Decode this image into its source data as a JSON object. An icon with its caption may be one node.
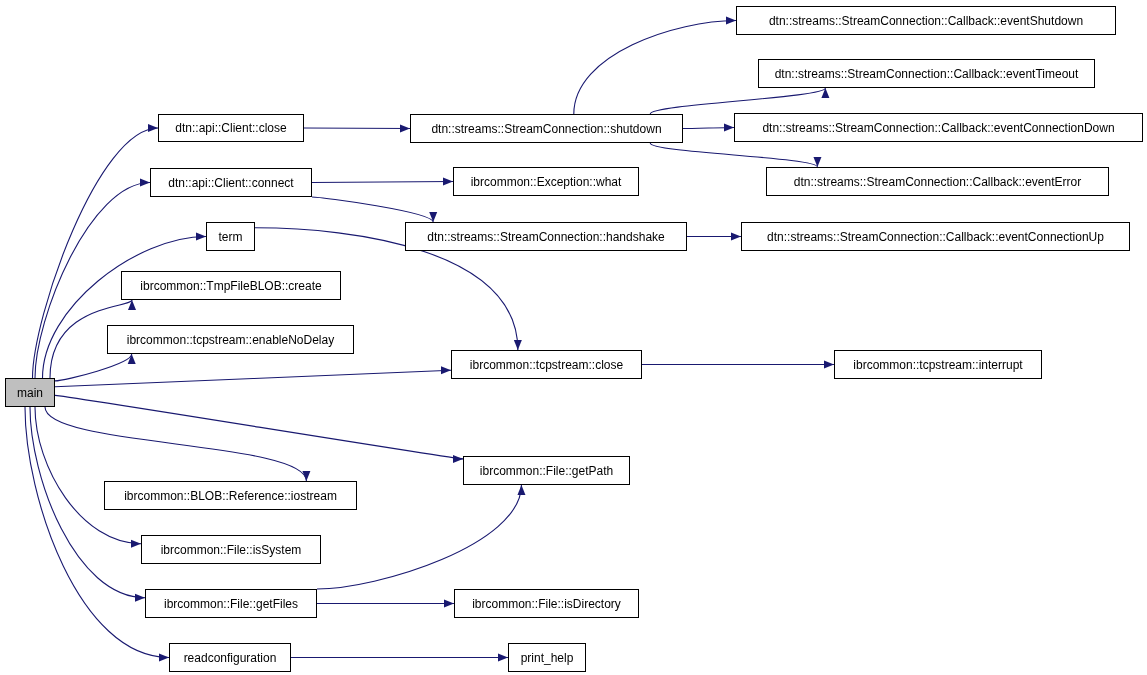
{
  "diagram": {
    "nodes": [
      {
        "text": [
          "main"
        ]
      },
      {
        "text": [
          "dtn::api::Client::close"
        ]
      },
      {
        "text": [
          "dtn::api::Client::connect"
        ]
      },
      {
        "text": [
          "term"
        ]
      },
      {
        "text": [
          "ibrcommon::TmpFileBLOB::create"
        ]
      },
      {
        "text": [
          "ibrcommon::tcpstream::enableNoDelay"
        ]
      },
      {
        "text": [
          "ibrcommon::tcpstream::close"
        ]
      },
      {
        "text": [
          "ibrcommon::File::getPath"
        ]
      },
      {
        "text": [
          "ibrcommon::BLOB::Reference::iostream"
        ]
      },
      {
        "text": [
          "ibrcommon::File::isSystem"
        ]
      },
      {
        "text": [
          "ibrcommon::File::getFiles"
        ]
      },
      {
        "text": [
          "ibrcommon::File::isDirectory"
        ]
      },
      {
        "text": [
          "readconfiguration"
        ]
      },
      {
        "text": [
          "print_help"
        ]
      },
      {
        "text": [
          "dtn::streams::StreamConnection::shutdown"
        ]
      },
      {
        "text": [
          "ibrcommon::Exception::what"
        ]
      },
      {
        "text": [
          "dtn::streams::StreamConnection::handshake"
        ]
      },
      {
        "text": [
          "dtn::streams::StreamConnection::Callback::eventShutdown"
        ]
      },
      {
        "text": [
          "dtn::streams::StreamConnection::Callback::eventTimeout"
        ]
      },
      {
        "text": [
          "dtn::streams::StreamConnection::Callback::eventConnectionDown"
        ]
      },
      {
        "text": [
          "dtn::streams::StreamConnection::Callback::eventError"
        ]
      },
      {
        "text": [
          "dtn::streams::StreamConnection::Callback::eventConnectionUp"
        ]
      },
      {
        "text": [
          "ibrcommon::tcpstream::interrupt"
        ]
      }
    ],
    "edges": [
      {
        "from": 0,
        "to": 1,
        "arrow": "to"
      },
      {
        "from": 0,
        "to": 2,
        "arrow": "to"
      },
      {
        "from": 0,
        "to": 3,
        "arrow": "to"
      },
      {
        "from": 0,
        "to": 4,
        "arrow": "to"
      },
      {
        "from": 0,
        "to": 5,
        "arrow": "to"
      },
      {
        "from": 0,
        "to": 6,
        "arrow": "to"
      },
      {
        "from": 0,
        "to": 7,
        "arrow": "to"
      },
      {
        "from": 0,
        "to": 8,
        "arrow": "to"
      },
      {
        "from": 0,
        "to": 9,
        "arrow": "to"
      },
      {
        "from": 0,
        "to": 10,
        "arrow": "to"
      },
      {
        "from": 0,
        "to": 12,
        "arrow": "to"
      },
      {
        "from": 1,
        "to": 14,
        "arrow": "to"
      },
      {
        "from": 2,
        "to": 15,
        "arrow": "to"
      },
      {
        "from": 2,
        "to": 16,
        "arrow": "to"
      },
      {
        "from": 3,
        "to": 6,
        "arrow": "to"
      },
      {
        "from": 10,
        "to": 7,
        "arrow": "to"
      },
      {
        "from": 10,
        "to": 11,
        "arrow": "to"
      },
      {
        "from": 12,
        "to": 13,
        "arrow": "to"
      },
      {
        "from": 14,
        "to": 17,
        "arrow": "to"
      },
      {
        "from": 14,
        "to": 18,
        "arrow": "to"
      },
      {
        "from": 14,
        "to": 19,
        "arrow": "to"
      },
      {
        "from": 14,
        "to": 20,
        "arrow": "to"
      },
      {
        "from": 16,
        "to": 21,
        "arrow": "to"
      },
      {
        "from": 6,
        "to": 22,
        "arrow": "to"
      }
    ]
  }
}
